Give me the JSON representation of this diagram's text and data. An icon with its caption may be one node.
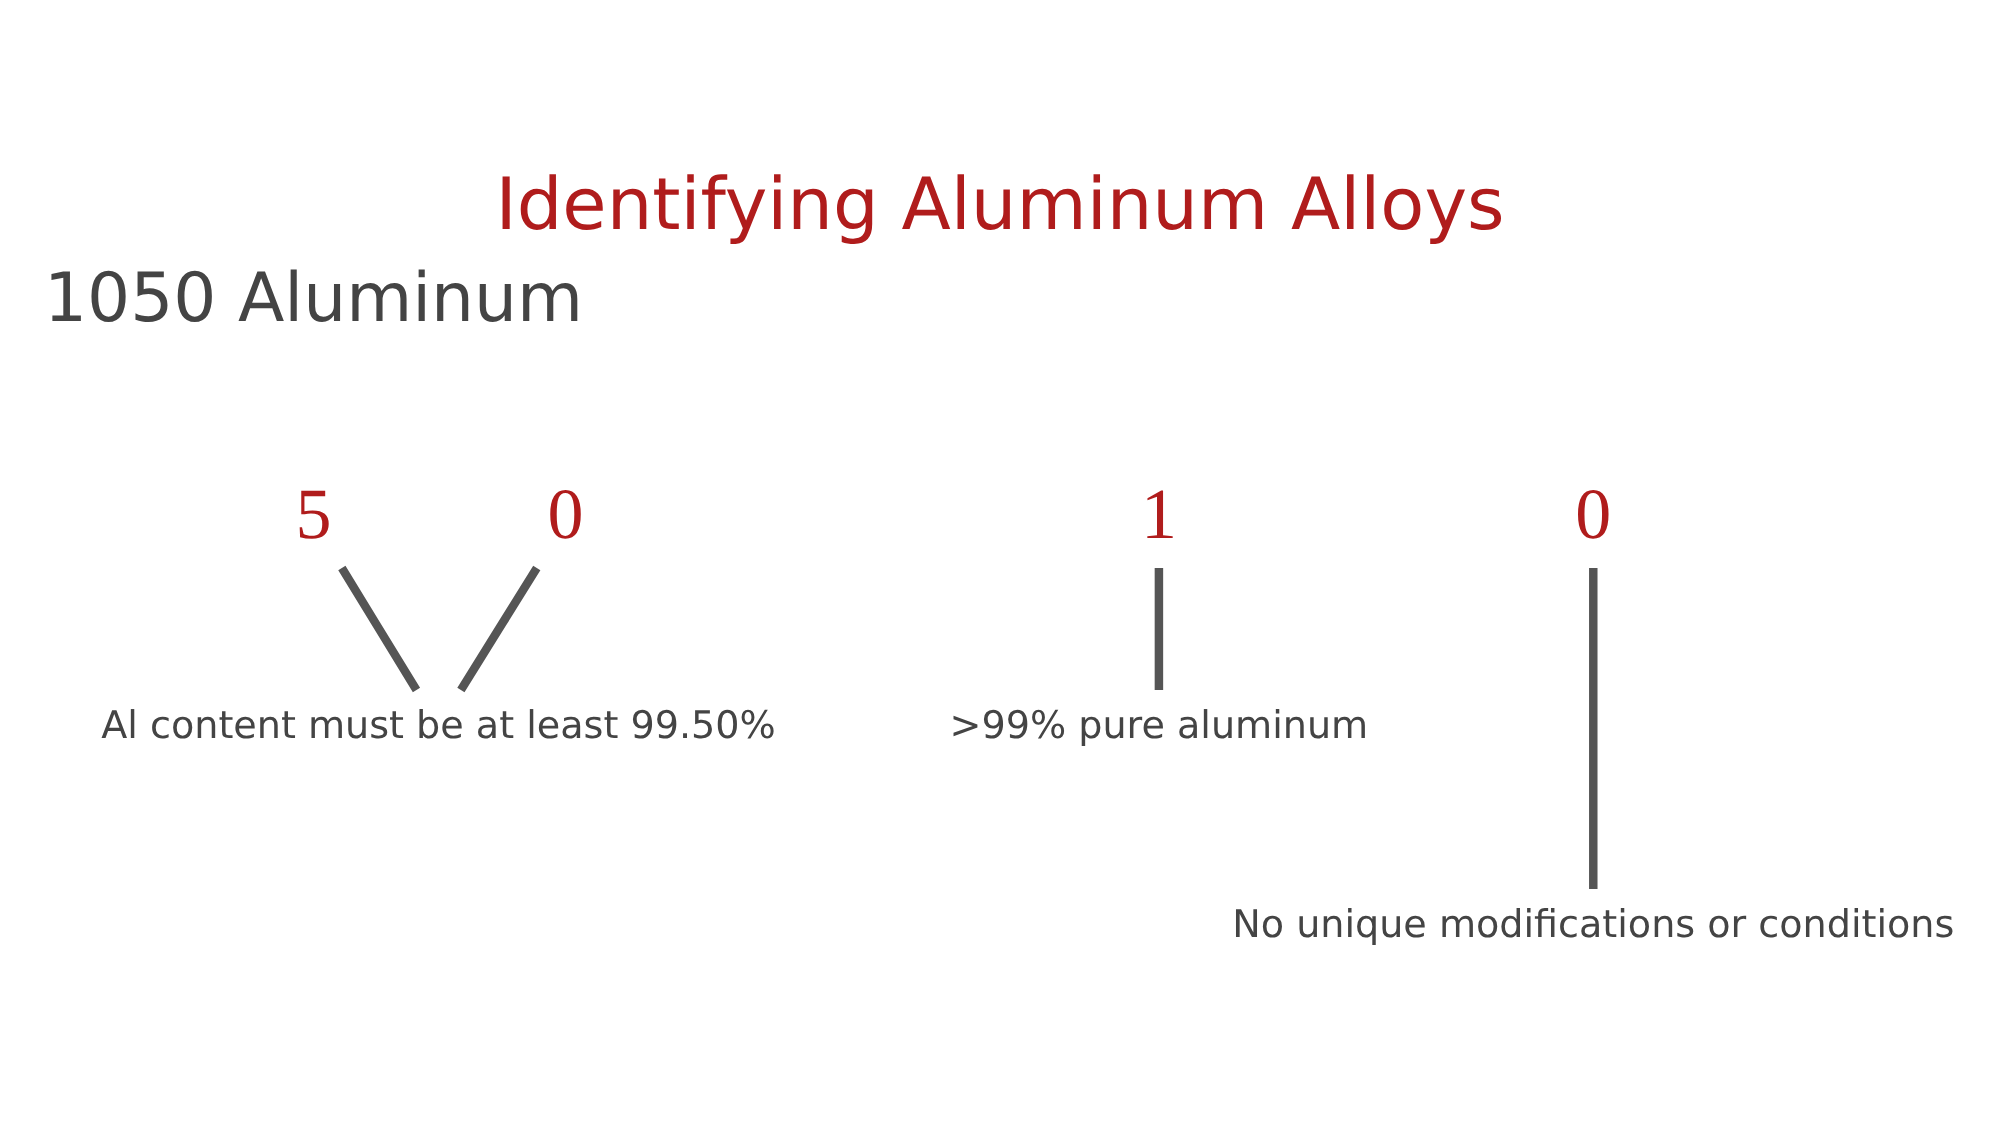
{
  "diagram": {
    "title": "Identifying Aluminum Alloys",
    "nodes": [
      {
        "text": [
          "1"
        ]
      },
      {
        "text": [
          "0"
        ]
      },
      {
        "text": [
          "5"
        ]
      },
      {
        "text": [
          "0"
        ]
      },
      {
        "text": [
          ">99% pure aluminum"
        ]
      },
      {
        "text": [
          "Al content must be at least 99.50%"
        ]
      },
      {
        "text": [
          "No unique modifications or conditions"
        ]
      }
    ],
    "edges": [
      {
        "from": 0,
        "to": 4,
        "arrow": "none"
      },
      {
        "from": 1,
        "to": 6,
        "arrow": "none"
      },
      {
        "from": 2,
        "to": 5,
        "arrow": "none"
      },
      {
        "from": 3,
        "to": 5,
        "arrow": "none"
      }
    ],
    "labels": [
      "1050 Aluminum"
    ]
  }
}
